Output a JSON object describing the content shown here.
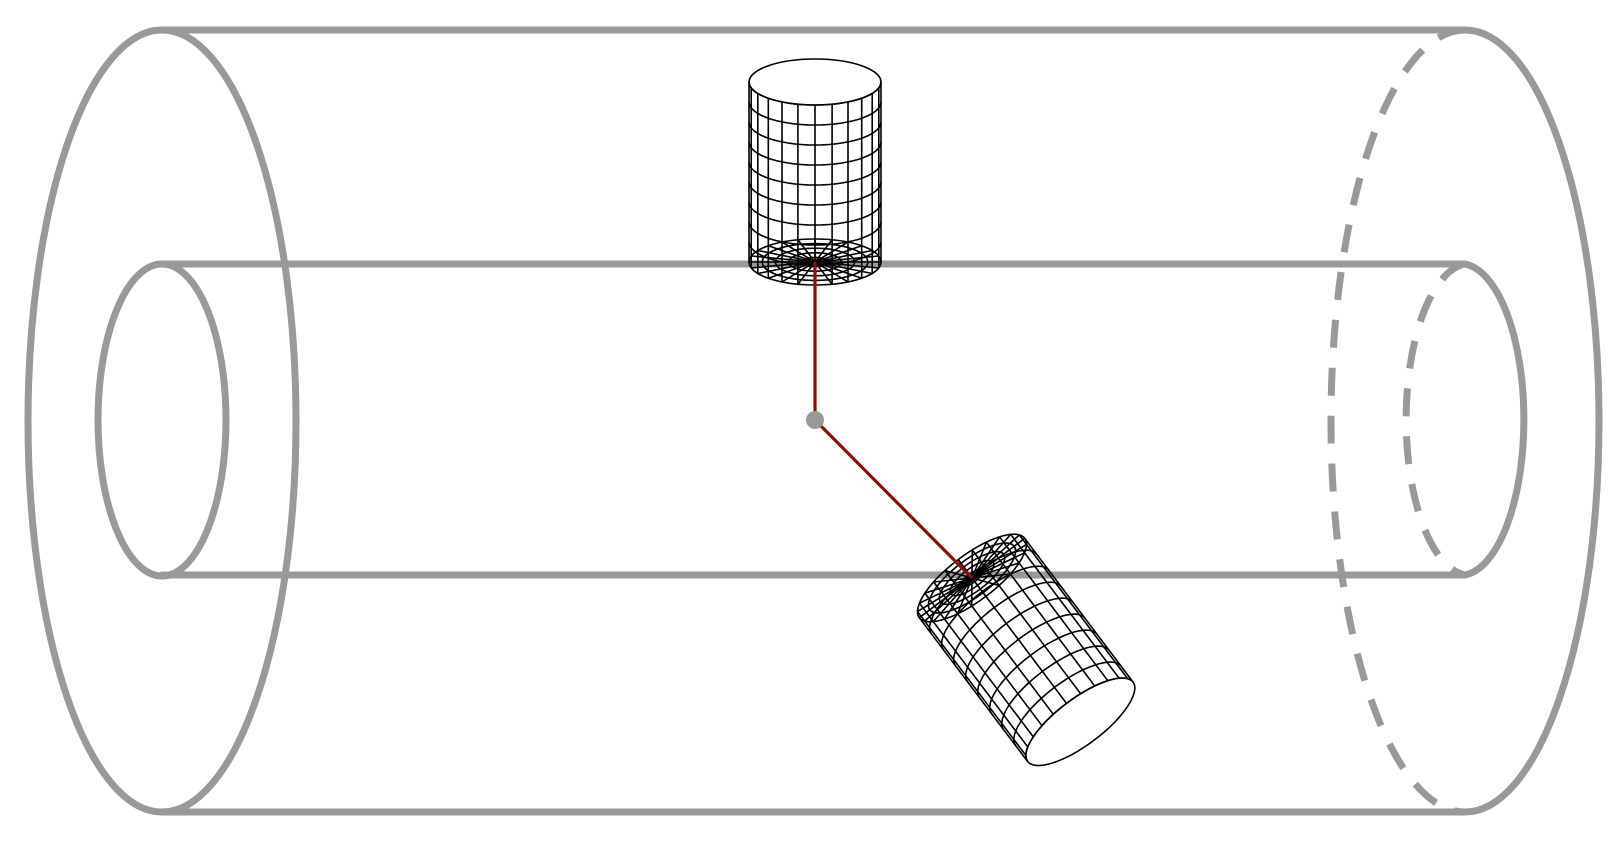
{
  "diagram": {
    "outer_tube": {
      "color": "#999999",
      "hidden_edge_style": "dashed"
    },
    "inner_tube": {
      "color": "#999999",
      "hidden_edge_style": "dashed"
    },
    "linkage": {
      "color": "#8b0f0f",
      "pivot_color": "#999999",
      "segments": 2
    },
    "cylinders": [
      {
        "name": "upper",
        "wire_color": "#000000",
        "orientation": "vertical"
      },
      {
        "name": "lower",
        "wire_color": "#000000",
        "orientation": "tilted"
      }
    ]
  }
}
